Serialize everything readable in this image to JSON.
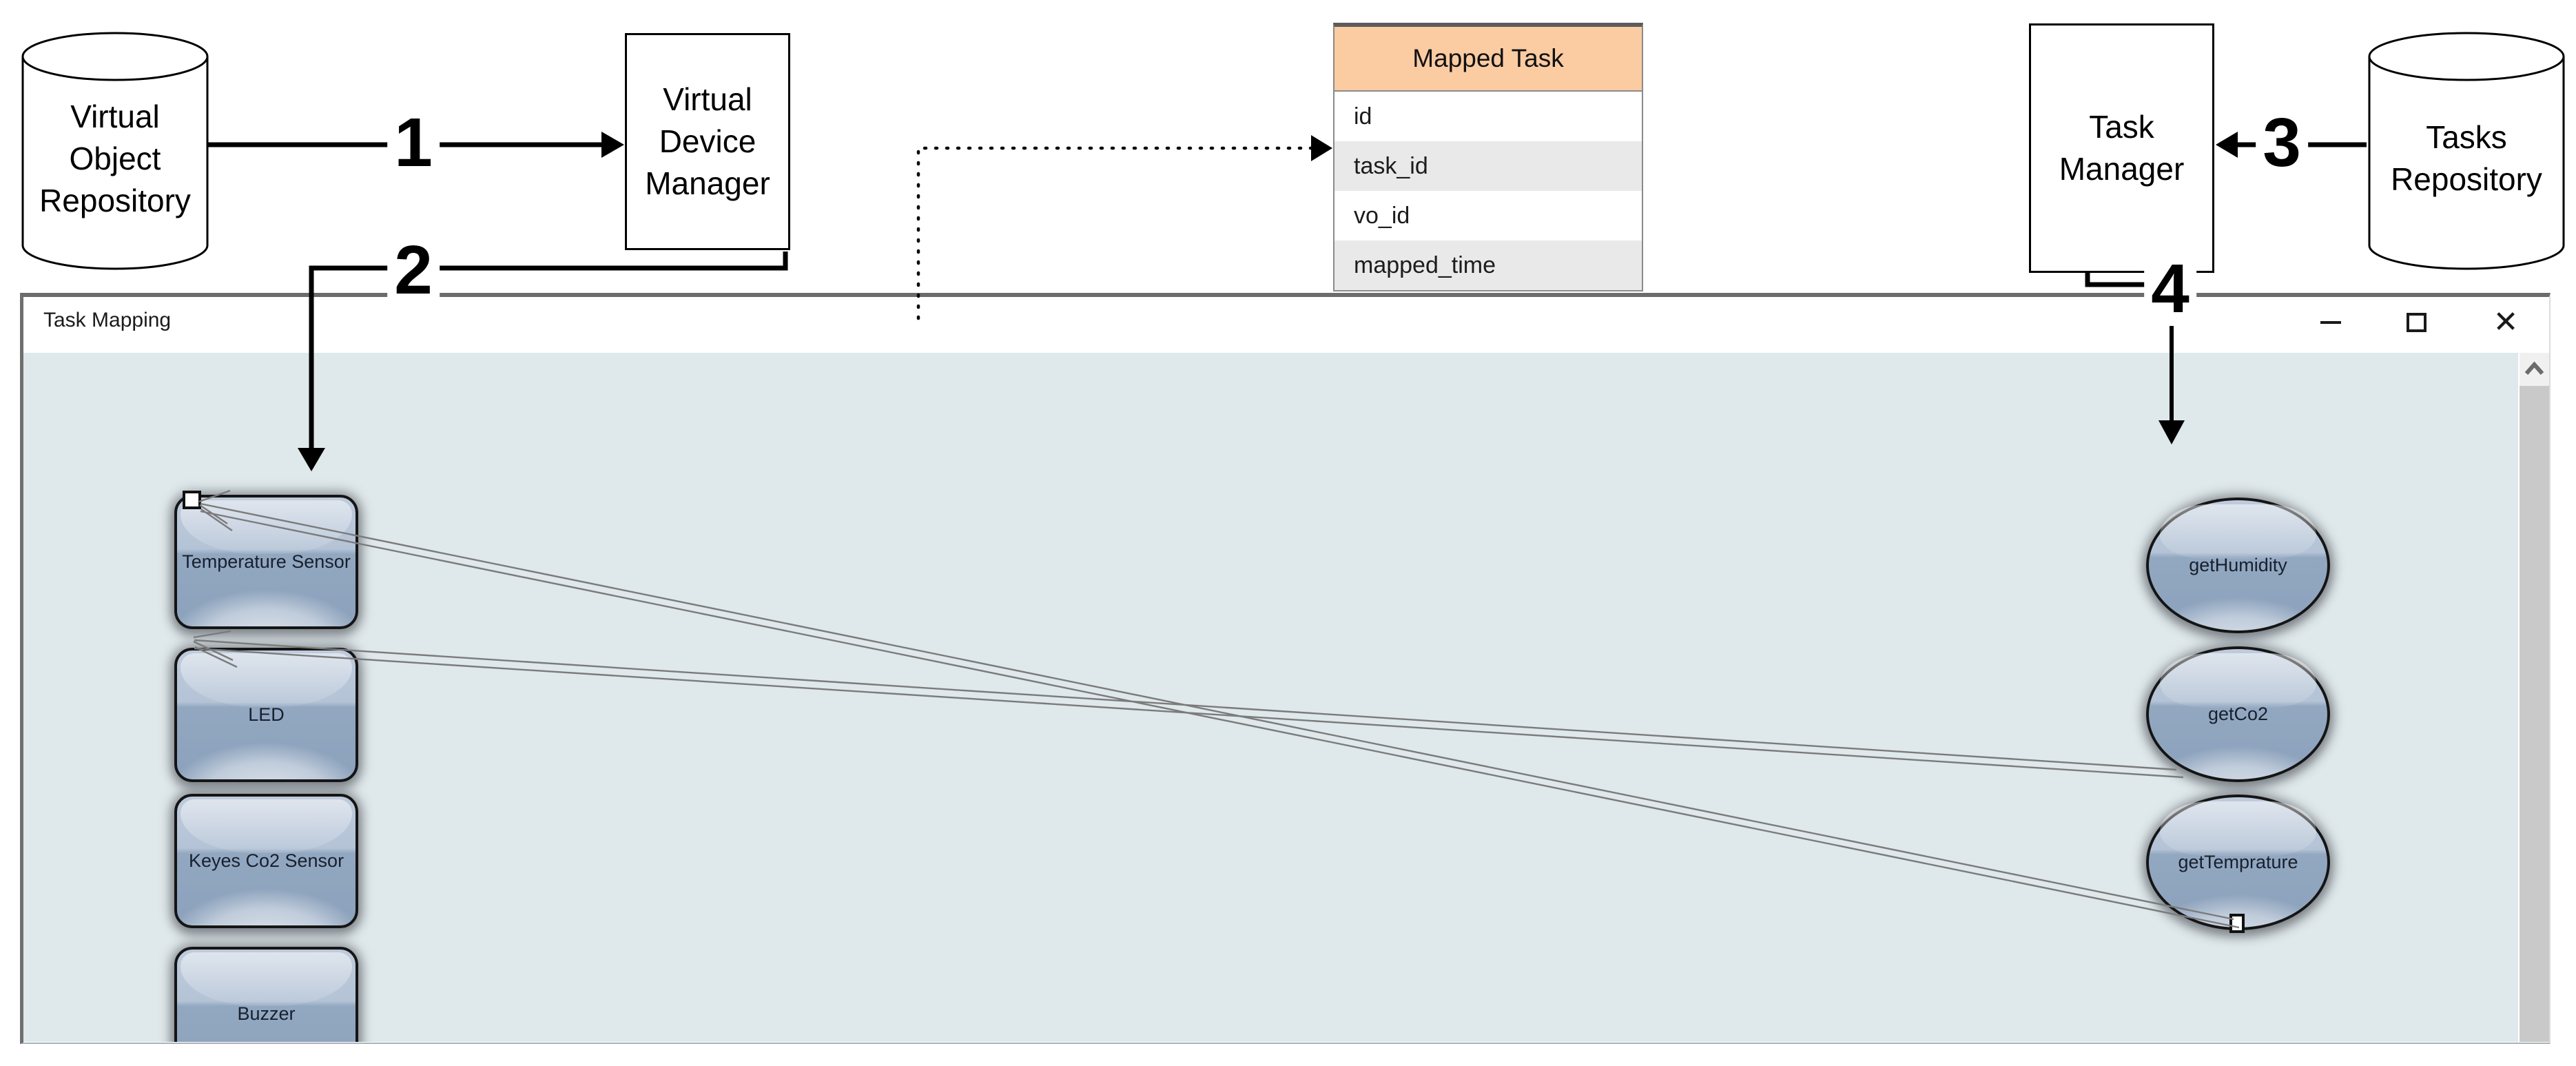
{
  "diagram": {
    "virtual_object_repository": {
      "lines": [
        "Virtual",
        "Object",
        "Repository"
      ]
    },
    "virtual_device_manager": {
      "lines": [
        "Virtual",
        "Device",
        "Manager"
      ]
    },
    "task_manager": {
      "lines": [
        "Task",
        "Manager"
      ]
    },
    "tasks_repository": {
      "lines": [
        "Tasks",
        "Repository"
      ]
    },
    "mapped_task_table": {
      "title": "Mapped Task",
      "fields": [
        "id",
        "task_id",
        "vo_id",
        "mapped_time"
      ]
    },
    "steps": {
      "s1": "1",
      "s2": "2",
      "s3": "3",
      "s4": "4"
    }
  },
  "window": {
    "title": "Task Mapping",
    "controls": {
      "close": "✕"
    },
    "device_nodes": [
      "Temperature Sensor",
      "LED",
      "Keyes Co2 Sensor",
      "Buzzer"
    ],
    "task_nodes": [
      "getHumidity",
      "getCo2",
      "getTemprature"
    ]
  },
  "colors": {
    "canvas_bg": "#dfe8ea",
    "table_header_bg": "#fbcba2",
    "table_row_alt_bg": "#e9e9e9",
    "node_border": "#151515",
    "node_text": "#17202e",
    "connection_line": "#7b7b7b",
    "window_border": "#6b6b6b",
    "scrollbar_track": "#f0f0f0",
    "scrollbar_thumb": "#c9c9c9",
    "arrow_color": "#000000"
  }
}
